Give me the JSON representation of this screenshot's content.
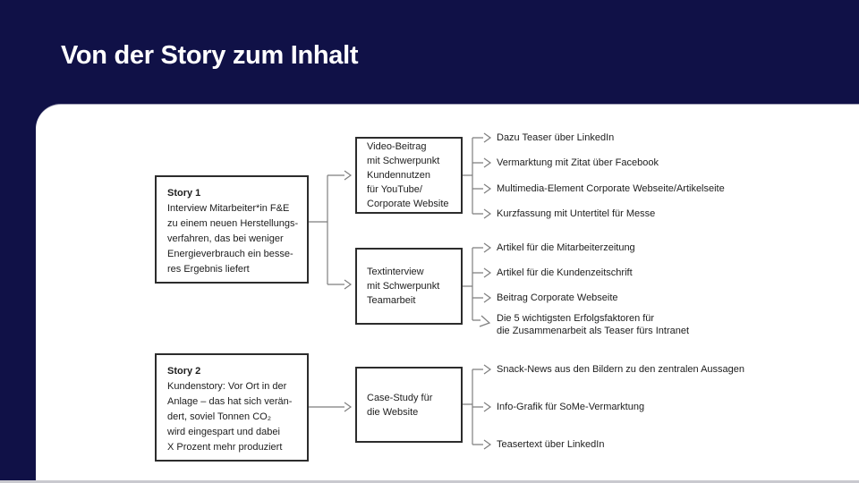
{
  "slide": {
    "title": "Von der Story zum Inhalt"
  },
  "colors": {
    "background": "#101147",
    "panel": "#ffffff",
    "box_border": "#2c2c2c",
    "connector": "#7e7e7e",
    "text": "#1d1d1d",
    "title_text": "#ffffff"
  },
  "diagram": {
    "stories": [
      {
        "title": "Story 1",
        "body": "Interview Mitarbeiter*in F&E\nzu einem neuen Herstellungs-\nverfahren, das bei weniger\nEnergieverbrauch ein besse-\nres Ergebnis liefert"
      },
      {
        "title": "Story 2",
        "body": "Kundenstory: Vor Ort in der\nAnlage – das hat sich verän-\ndert, soviel Tonnen CO₂\nwird eingespart und dabei\nX Prozent mehr produziert"
      }
    ],
    "formats": [
      {
        "label": "Video-Beitrag\nmit Schwerpunkt\nKundennutzen\nfür YouTube/\nCorporate Website"
      },
      {
        "label": "Textinterview\nmit Schwerpunkt\nTeamarbeit"
      },
      {
        "label": "Case-Study für\ndie Website"
      }
    ],
    "outputs": {
      "video": [
        "Dazu Teaser über LinkedIn",
        "Vermarktung mit Zitat über Facebook",
        "Multimedia-Element Corporate Webseite/Artikelseite",
        "Kurzfassung mit Untertitel für Messe"
      ],
      "textinterview": [
        "Artikel für die Mitarbeiterzeitung",
        "Artikel für die Kundenzeitschrift",
        "Beitrag Corporate Webseite",
        "Die 5 wichtigsten Erfolgsfaktoren für\ndie Zusammenarbeit als Teaser fürs Intranet"
      ],
      "casestudy": [
        "Snack-News aus den Bildern zu den zentralen Aussagen",
        "Info-Grafik für SoMe-Vermarktung",
        "Teasertext über LinkedIn"
      ]
    }
  }
}
